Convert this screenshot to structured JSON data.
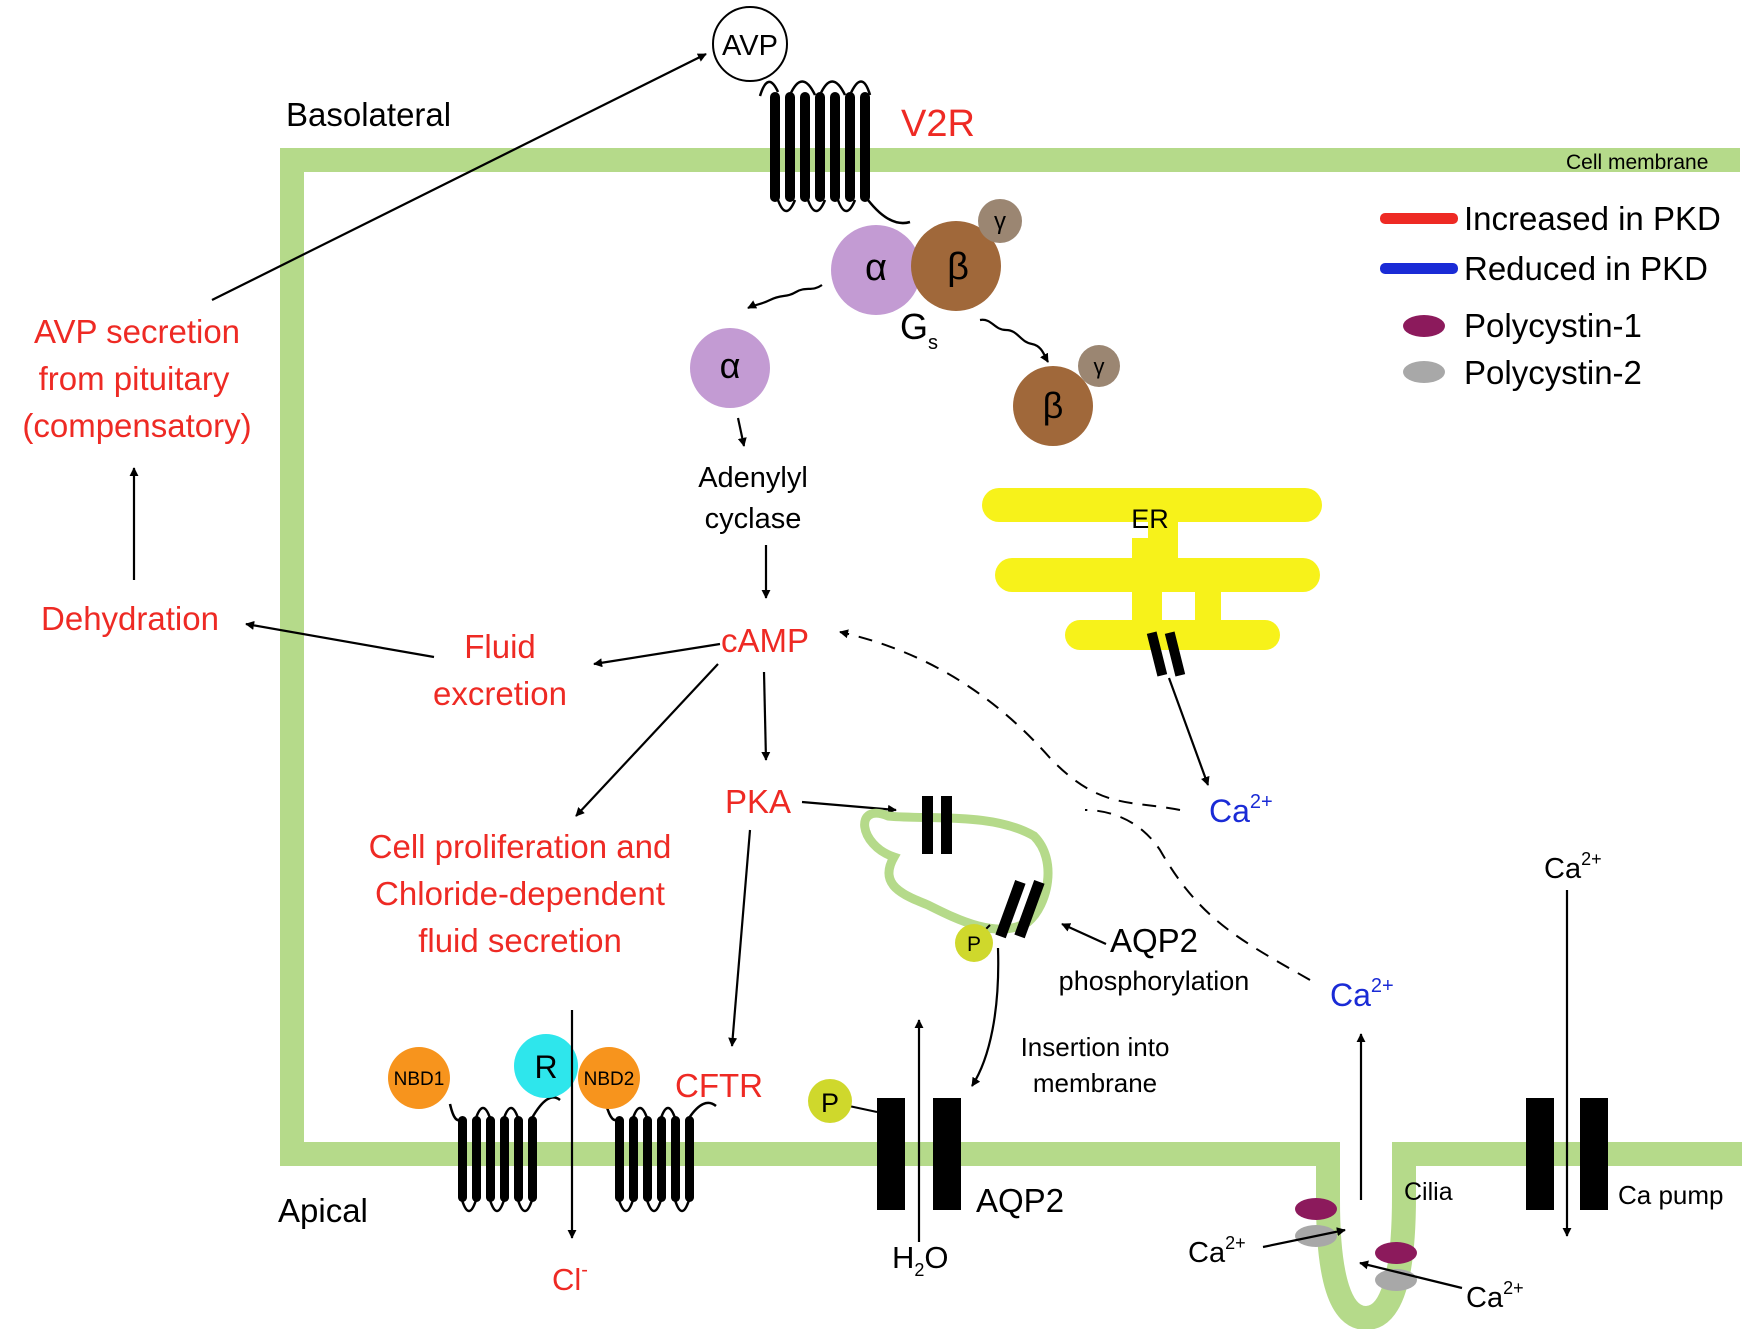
{
  "regions": {
    "basolateral": "Basolateral",
    "apical": "Apical",
    "cell_membrane": "Cell membrane",
    "cilia": "Cilia"
  },
  "legend": {
    "increased": "Increased in PKD",
    "reduced": "Reduced in PKD",
    "pc1": "Polycystin-1",
    "pc2": "Polycystin-2"
  },
  "labels": {
    "avp": "AVP",
    "v2r": "V2R",
    "alpha": "α",
    "beta": "β",
    "gamma": "γ",
    "gs": "G",
    "gs_sub": "s",
    "adenylyl_1": "Adenylyl",
    "adenylyl_2": "cyclase",
    "camp": "cAMP",
    "pka": "PKA",
    "cftr": "CFTR",
    "nbd1": "NBD1",
    "nbd2": "NBD2",
    "r": "R",
    "cl": "Cl",
    "cl_sup": "-",
    "er": "ER",
    "ca": "Ca",
    "ca_sup": "2+",
    "p": "P",
    "aqp2": "AQP2",
    "aqp2_phos_1": "AQP2",
    "aqp2_phos_2": "phosphorylation",
    "insertion_1": "Insertion into",
    "insertion_2": "membrane",
    "h2o_h": "H",
    "h2o_sub": "2",
    "h2o_o": "O",
    "ca_pump": "Ca pump",
    "avp_secretion_1": "AVP secretion",
    "avp_secretion_2": "from pituitary",
    "avp_secretion_3": "(compensatory)",
    "dehydration": "Dehydration",
    "fluid_excretion_1": "Fluid",
    "fluid_excretion_2": "excretion",
    "prolif_1": "Cell proliferation and",
    "prolif_2": "Chloride-dependent",
    "prolif_3": "fluid secretion"
  },
  "colors": {
    "membrane": "#b5da8a",
    "increased": "#ee2a24",
    "reduced": "#1a2bd6",
    "polycystin1": "#8c1a5c",
    "polycystin2": "#a8a8a8",
    "alpha": "#c39bd3",
    "beta": "#a0683a",
    "gamma": "#9b8672",
    "er": "#f7f21a",
    "nbd": "#f7941d",
    "r_domain": "#2ee6ec",
    "phosphate": "#cfd82c"
  }
}
